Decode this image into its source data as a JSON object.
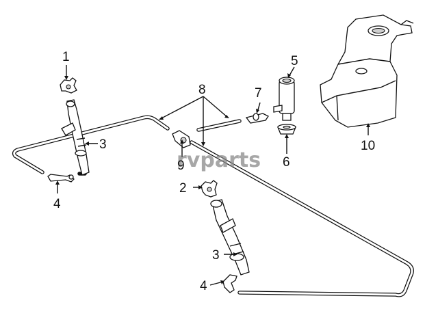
{
  "diagram": {
    "callouts": {
      "c1": "1",
      "c2": "2",
      "c3a": "3",
      "c3b": "3",
      "c4a": "4",
      "c4b": "4",
      "c5": "5",
      "c6": "6",
      "c7": "7",
      "c8": "8",
      "c9": "9",
      "c10": "10"
    },
    "watermark": "rvparts"
  }
}
